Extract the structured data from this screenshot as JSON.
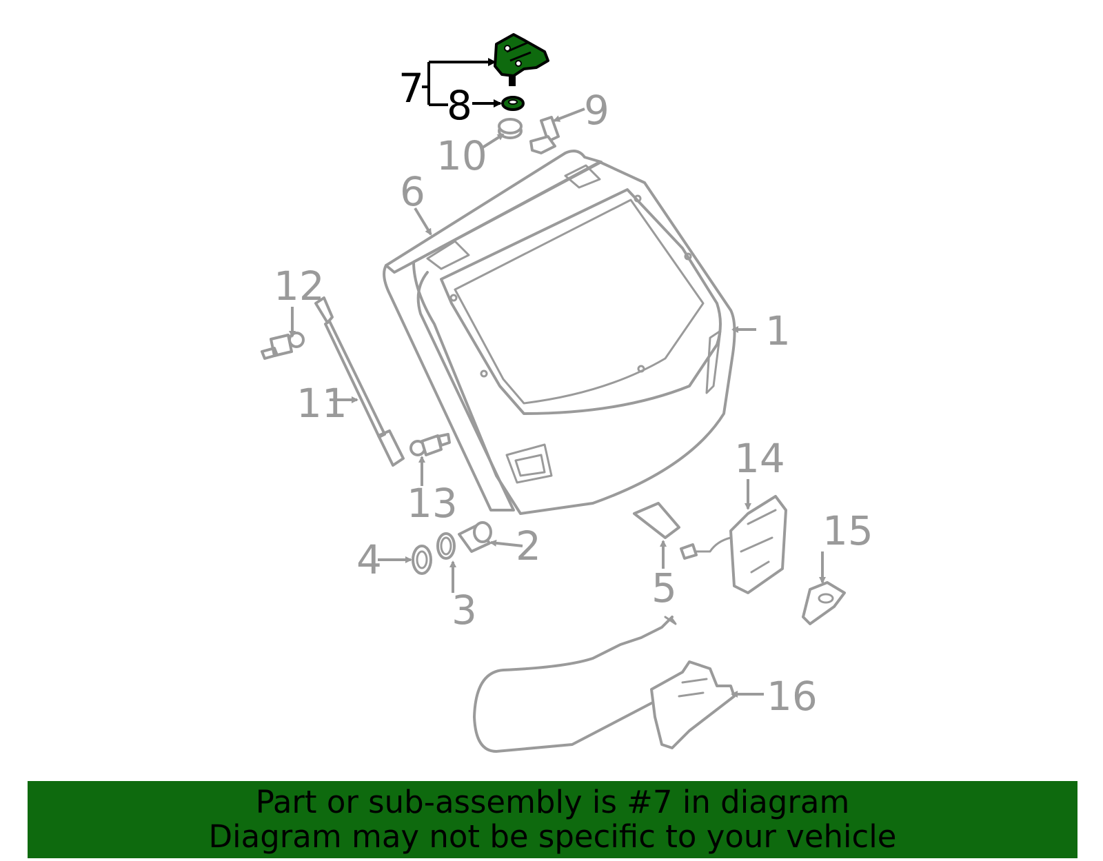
{
  "diagram": {
    "highlight_color": "#0e6a0e",
    "part_color": "#9a9a9a",
    "callouts": {
      "c1": "1",
      "c2": "2",
      "c3": "3",
      "c4": "4",
      "c5": "5",
      "c6": "6",
      "c7": "7",
      "c8": "8",
      "c9": "9",
      "c10": "10",
      "c11": "11",
      "c12": "12",
      "c13": "13",
      "c14": "14",
      "c15": "15",
      "c16": "16"
    },
    "highlighted_parts": [
      "7",
      "8"
    ]
  },
  "banner": {
    "line1": "Part or sub-assembly is #7 in diagram",
    "line2": "Diagram may not be specific to your vehicle",
    "color": "#0e6a0e"
  }
}
